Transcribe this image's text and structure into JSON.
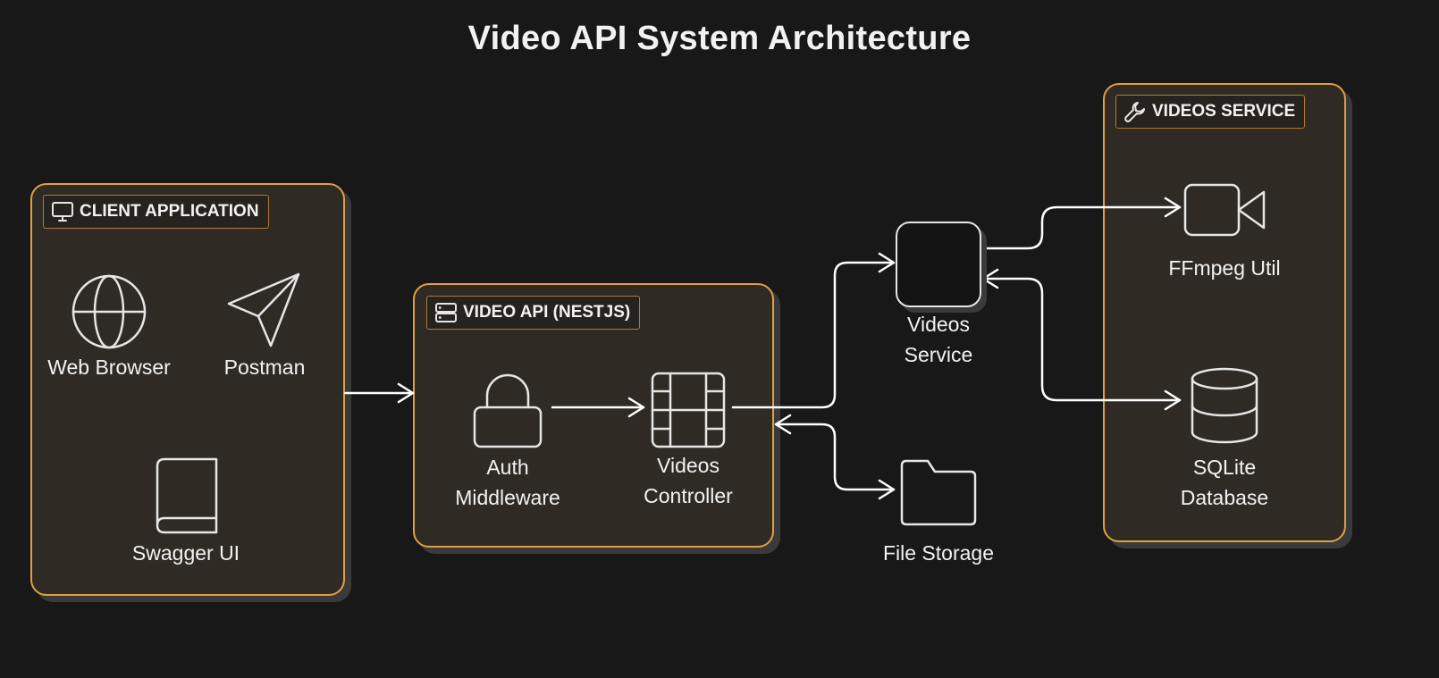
{
  "title": "Video API System Architecture",
  "colors": {
    "background": "#181818",
    "group_border": "#e0a040",
    "group_fill": "#2f2b24",
    "line": "#ffffff"
  },
  "groups": {
    "client": {
      "label": "CLIENT APPLICATION",
      "icon": "monitor-icon"
    },
    "api": {
      "label": "VIDEO API (NESTJS)",
      "icon": "server-icon"
    },
    "service": {
      "label": "VIDEOS SERVICE",
      "icon": "wrench-icon"
    }
  },
  "nodes": {
    "web_browser": {
      "label": "Web Browser",
      "icon": "globe-icon"
    },
    "postman": {
      "label": "Postman",
      "icon": "send-icon"
    },
    "swagger": {
      "label": "Swagger UI",
      "icon": "book-icon"
    },
    "auth": {
      "label_line1": "Auth",
      "label_line2": "Middleware",
      "icon": "lock-icon"
    },
    "controller": {
      "label_line1": "Videos",
      "label_line2": "Controller",
      "icon": "film-icon"
    },
    "videos_service": {
      "label_line1": "Videos",
      "label_line2": "Service",
      "icon": "square-icon"
    },
    "file_storage": {
      "label": "File Storage",
      "icon": "folder-icon"
    },
    "ffmpeg": {
      "label": "FFmpeg Util",
      "icon": "video-camera-icon"
    },
    "sqlite": {
      "label_line1": "SQLite",
      "label_line2": "Database",
      "icon": "database-icon"
    }
  }
}
